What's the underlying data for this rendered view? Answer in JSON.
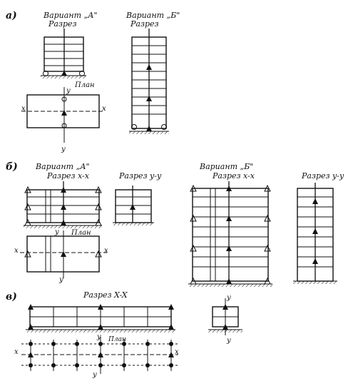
{
  "sections": {
    "a": {
      "marker": "a)",
      "variant_a": {
        "title": "Вариант „А\"",
        "section": "Разрез"
      },
      "variant_b": {
        "title": "Вариант „Б\"",
        "section": "Разрез"
      },
      "plan": "План",
      "axis_x": "x",
      "axis_y": "y"
    },
    "b": {
      "marker": "б)",
      "variant_a": {
        "title": "Вариант „А\"",
        "section_xx": "Разрез x-x",
        "section_yy": "Разрез y-y"
      },
      "variant_b": {
        "title": "Вариант „Б\"",
        "section_xx": "Разрез x-x",
        "section_yy": "Разрез y-y"
      },
      "plan": "План",
      "axis_x": "x",
      "axis_y": "y"
    },
    "c": {
      "marker": "в)",
      "section_xx": "Разрез  X-X",
      "plan": "План",
      "axis_x": "x",
      "axis_y": "y"
    }
  }
}
